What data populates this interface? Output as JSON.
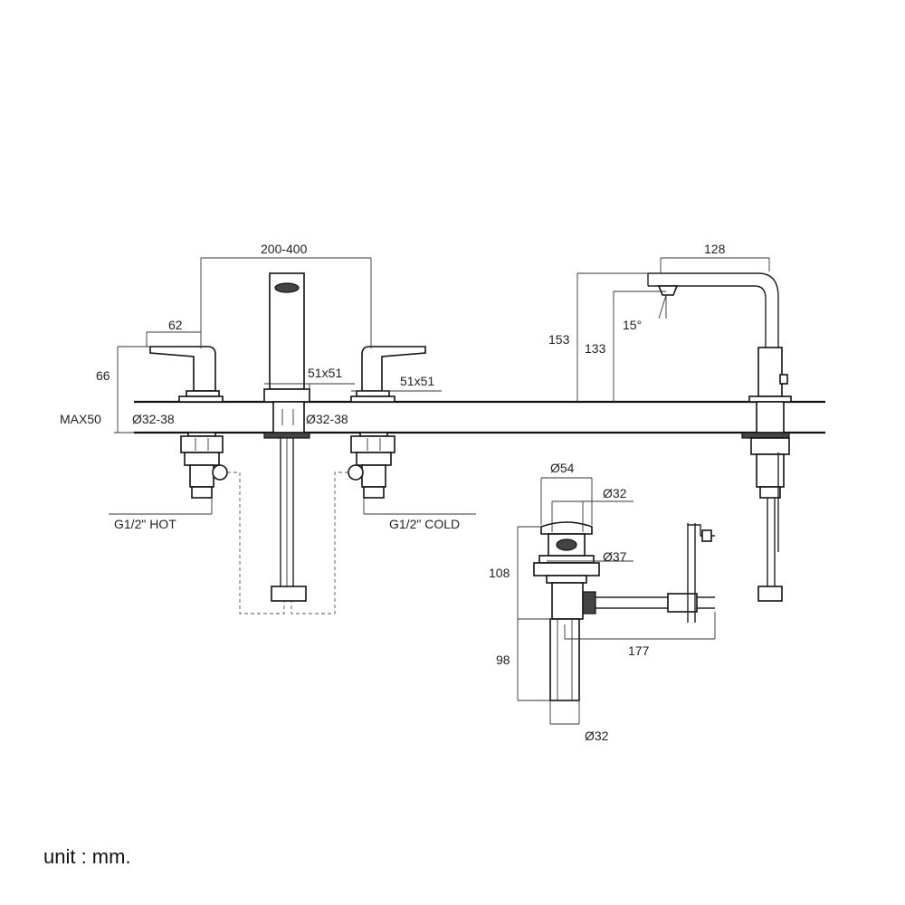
{
  "dimensions": {
    "spread": "200-400",
    "handle_width": "62",
    "handle_height": "66",
    "deck_thickness": "MAX50",
    "hole_left": "Ø32-38",
    "hole_center": "Ø32-38",
    "base_center": "51x51",
    "base_right": "51x51",
    "reach": "128",
    "spout_height": "153",
    "outlet_height": "133",
    "angle": "15°",
    "drain_top_dia": "Ø54",
    "drain_inner_dia": "Ø32",
    "drain_thread_dia": "Ø37",
    "drain_height": "108",
    "tail_length": "98",
    "rod_length": "177",
    "tail_dia": "Ø32"
  },
  "connections": {
    "hot": "G1/2\" HOT",
    "cold": "G1/2\" COLD"
  },
  "unit_note": "unit : mm."
}
